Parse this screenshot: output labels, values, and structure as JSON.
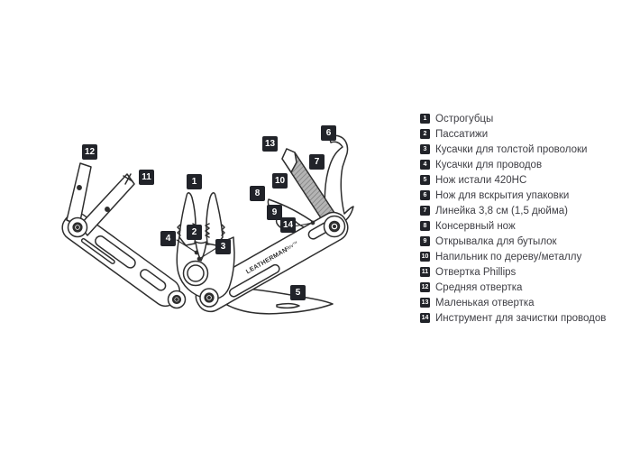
{
  "diagram": {
    "brand": "LEATHERMAN",
    "model": "Rev™",
    "badges": [
      "1",
      "2",
      "3",
      "4",
      "5",
      "6",
      "7",
      "8",
      "9",
      "10",
      "11",
      "12",
      "13",
      "14"
    ]
  },
  "legend": {
    "items": [
      {
        "num": "1",
        "label": "Острогубцы"
      },
      {
        "num": "2",
        "label": "Пассатижи"
      },
      {
        "num": "3",
        "label": "Кусачки для толстой проволоки"
      },
      {
        "num": "4",
        "label": "Кусачки для проводов"
      },
      {
        "num": "5",
        "label": "Нож истали 420HC"
      },
      {
        "num": "6",
        "label": "Нож для вскрытия упаковки"
      },
      {
        "num": "7",
        "label": "Линейка 3,8 см (1,5 дюйма)"
      },
      {
        "num": "8",
        "label": "Консервный нож"
      },
      {
        "num": "9",
        "label": "Открывалка для бутылок"
      },
      {
        "num": "10",
        "label": "Напильник по дереву/металлу"
      },
      {
        "num": "11",
        "label": "Отвертка Phillips"
      },
      {
        "num": "12",
        "label": "Средняя отвертка"
      },
      {
        "num": "13",
        "label": "Маленькая отвертка"
      },
      {
        "num": "14",
        "label": "Инструмент для зачистки проводов"
      }
    ]
  },
  "colors": {
    "line": "#2e2e2e",
    "badge_bg": "#212329",
    "legend_text": "#3e3e44",
    "file_fill": "#b4b4b4"
  }
}
